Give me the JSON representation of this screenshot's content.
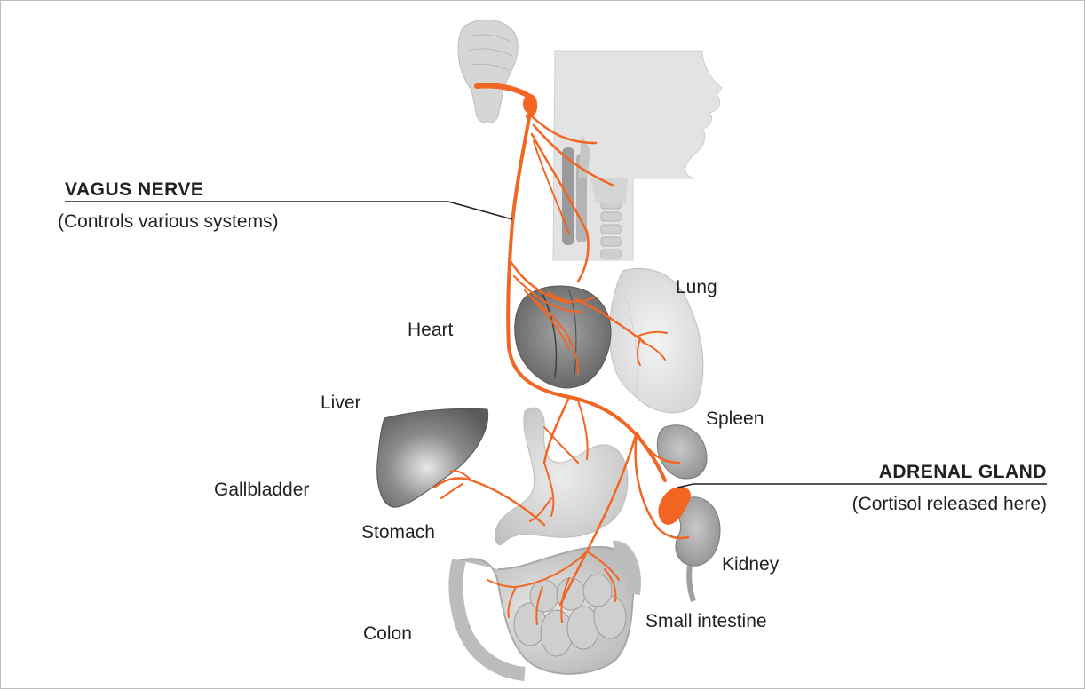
{
  "callouts": {
    "vagus": {
      "title": "VAGUS NERVE",
      "subtitle": "(Controls various systems)"
    },
    "adrenal": {
      "title": "ADRENAL GLAND",
      "subtitle": "(Cortisol released here)"
    }
  },
  "organs": {
    "lung": "Lung",
    "heart": "Heart",
    "liver": "Liver",
    "spleen": "Spleen",
    "gallbladder": "Gallbladder",
    "stomach": "Stomach",
    "kidney": "Kidney",
    "colon": "Colon",
    "small_intestine": "Small intestine"
  },
  "colors": {
    "nerve": "#f26522",
    "organ_gray": "#8c8c8c",
    "organ_light": "#d8d8d8",
    "leader_line": "#231f20"
  }
}
